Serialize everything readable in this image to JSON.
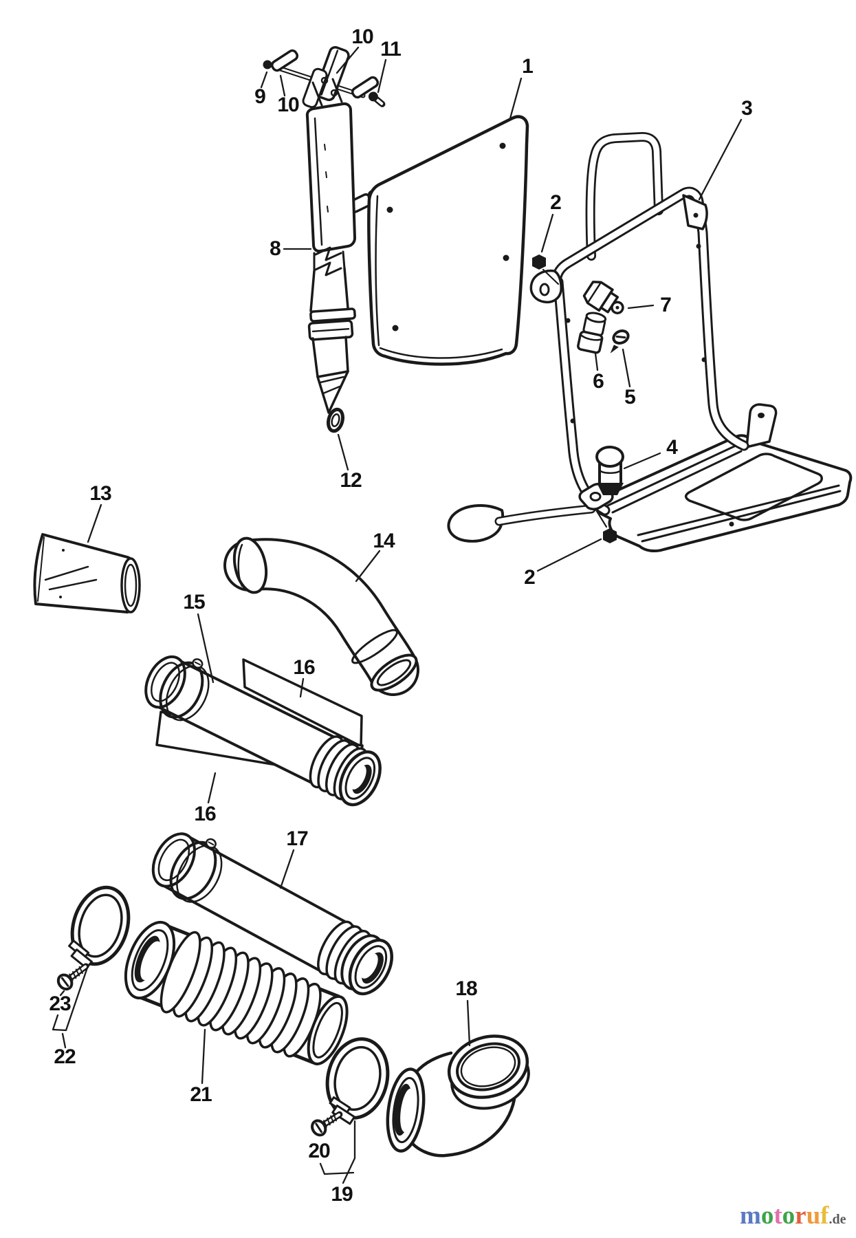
{
  "figure": {
    "kind": "exploded-parts-diagram",
    "line_color": "#1a1a1a",
    "background_color": "#ffffff"
  },
  "callouts": {
    "c1": "1",
    "c2_top": "2",
    "c2_bottom": "2",
    "c3": "3",
    "c4": "4",
    "c5": "5",
    "c6": "6",
    "c7": "7",
    "c8": "8",
    "c9": "9",
    "c10_top": "10",
    "c10_left": "10",
    "c11": "11",
    "c12": "12",
    "c13": "13",
    "c14": "14",
    "c15": "15",
    "c16_top": "16",
    "c16_bottom": "16",
    "c17": "17",
    "c18": "18",
    "c19": "19",
    "c20": "20",
    "c21": "21",
    "c22": "22",
    "c23": "23"
  },
  "watermark": {
    "letters": [
      {
        "ch": "m",
        "color": "#5b79c4"
      },
      {
        "ch": "o",
        "color": "#3ea44a"
      },
      {
        "ch": "t",
        "color": "#e46fae"
      },
      {
        "ch": "o",
        "color": "#3ea44a"
      },
      {
        "ch": "r",
        "color": "#e2603b"
      },
      {
        "ch": "u",
        "color": "#ef9a3a"
      },
      {
        "ch": "f",
        "color": "#e9bc3d"
      }
    ],
    "suffix": ".de",
    "suffix_color": "#5a5a5a"
  }
}
